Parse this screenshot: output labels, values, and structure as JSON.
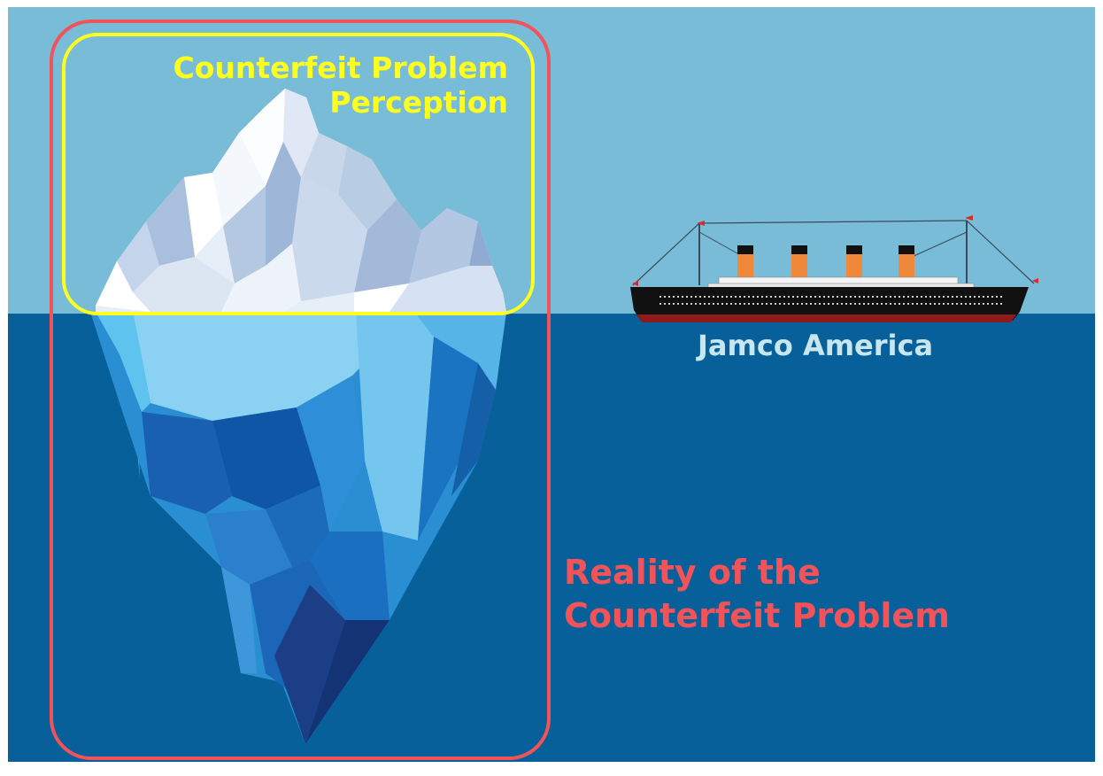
{
  "perception_label": "Counterfeit Problem Perception",
  "reality_label_line1": "Reality of the",
  "reality_label_line2": "Counterfeit Problem",
  "ship_label": "Jamco America",
  "colors": {
    "sky": "#78bcd8",
    "sea": "#08609a",
    "perception_box": "#ffff1e",
    "reality_box": "#f25359",
    "ship_hull": "#111111",
    "ship_funnel": "#f0883a"
  },
  "icons": [
    "iceberg-illustration",
    "ship-icon"
  ]
}
